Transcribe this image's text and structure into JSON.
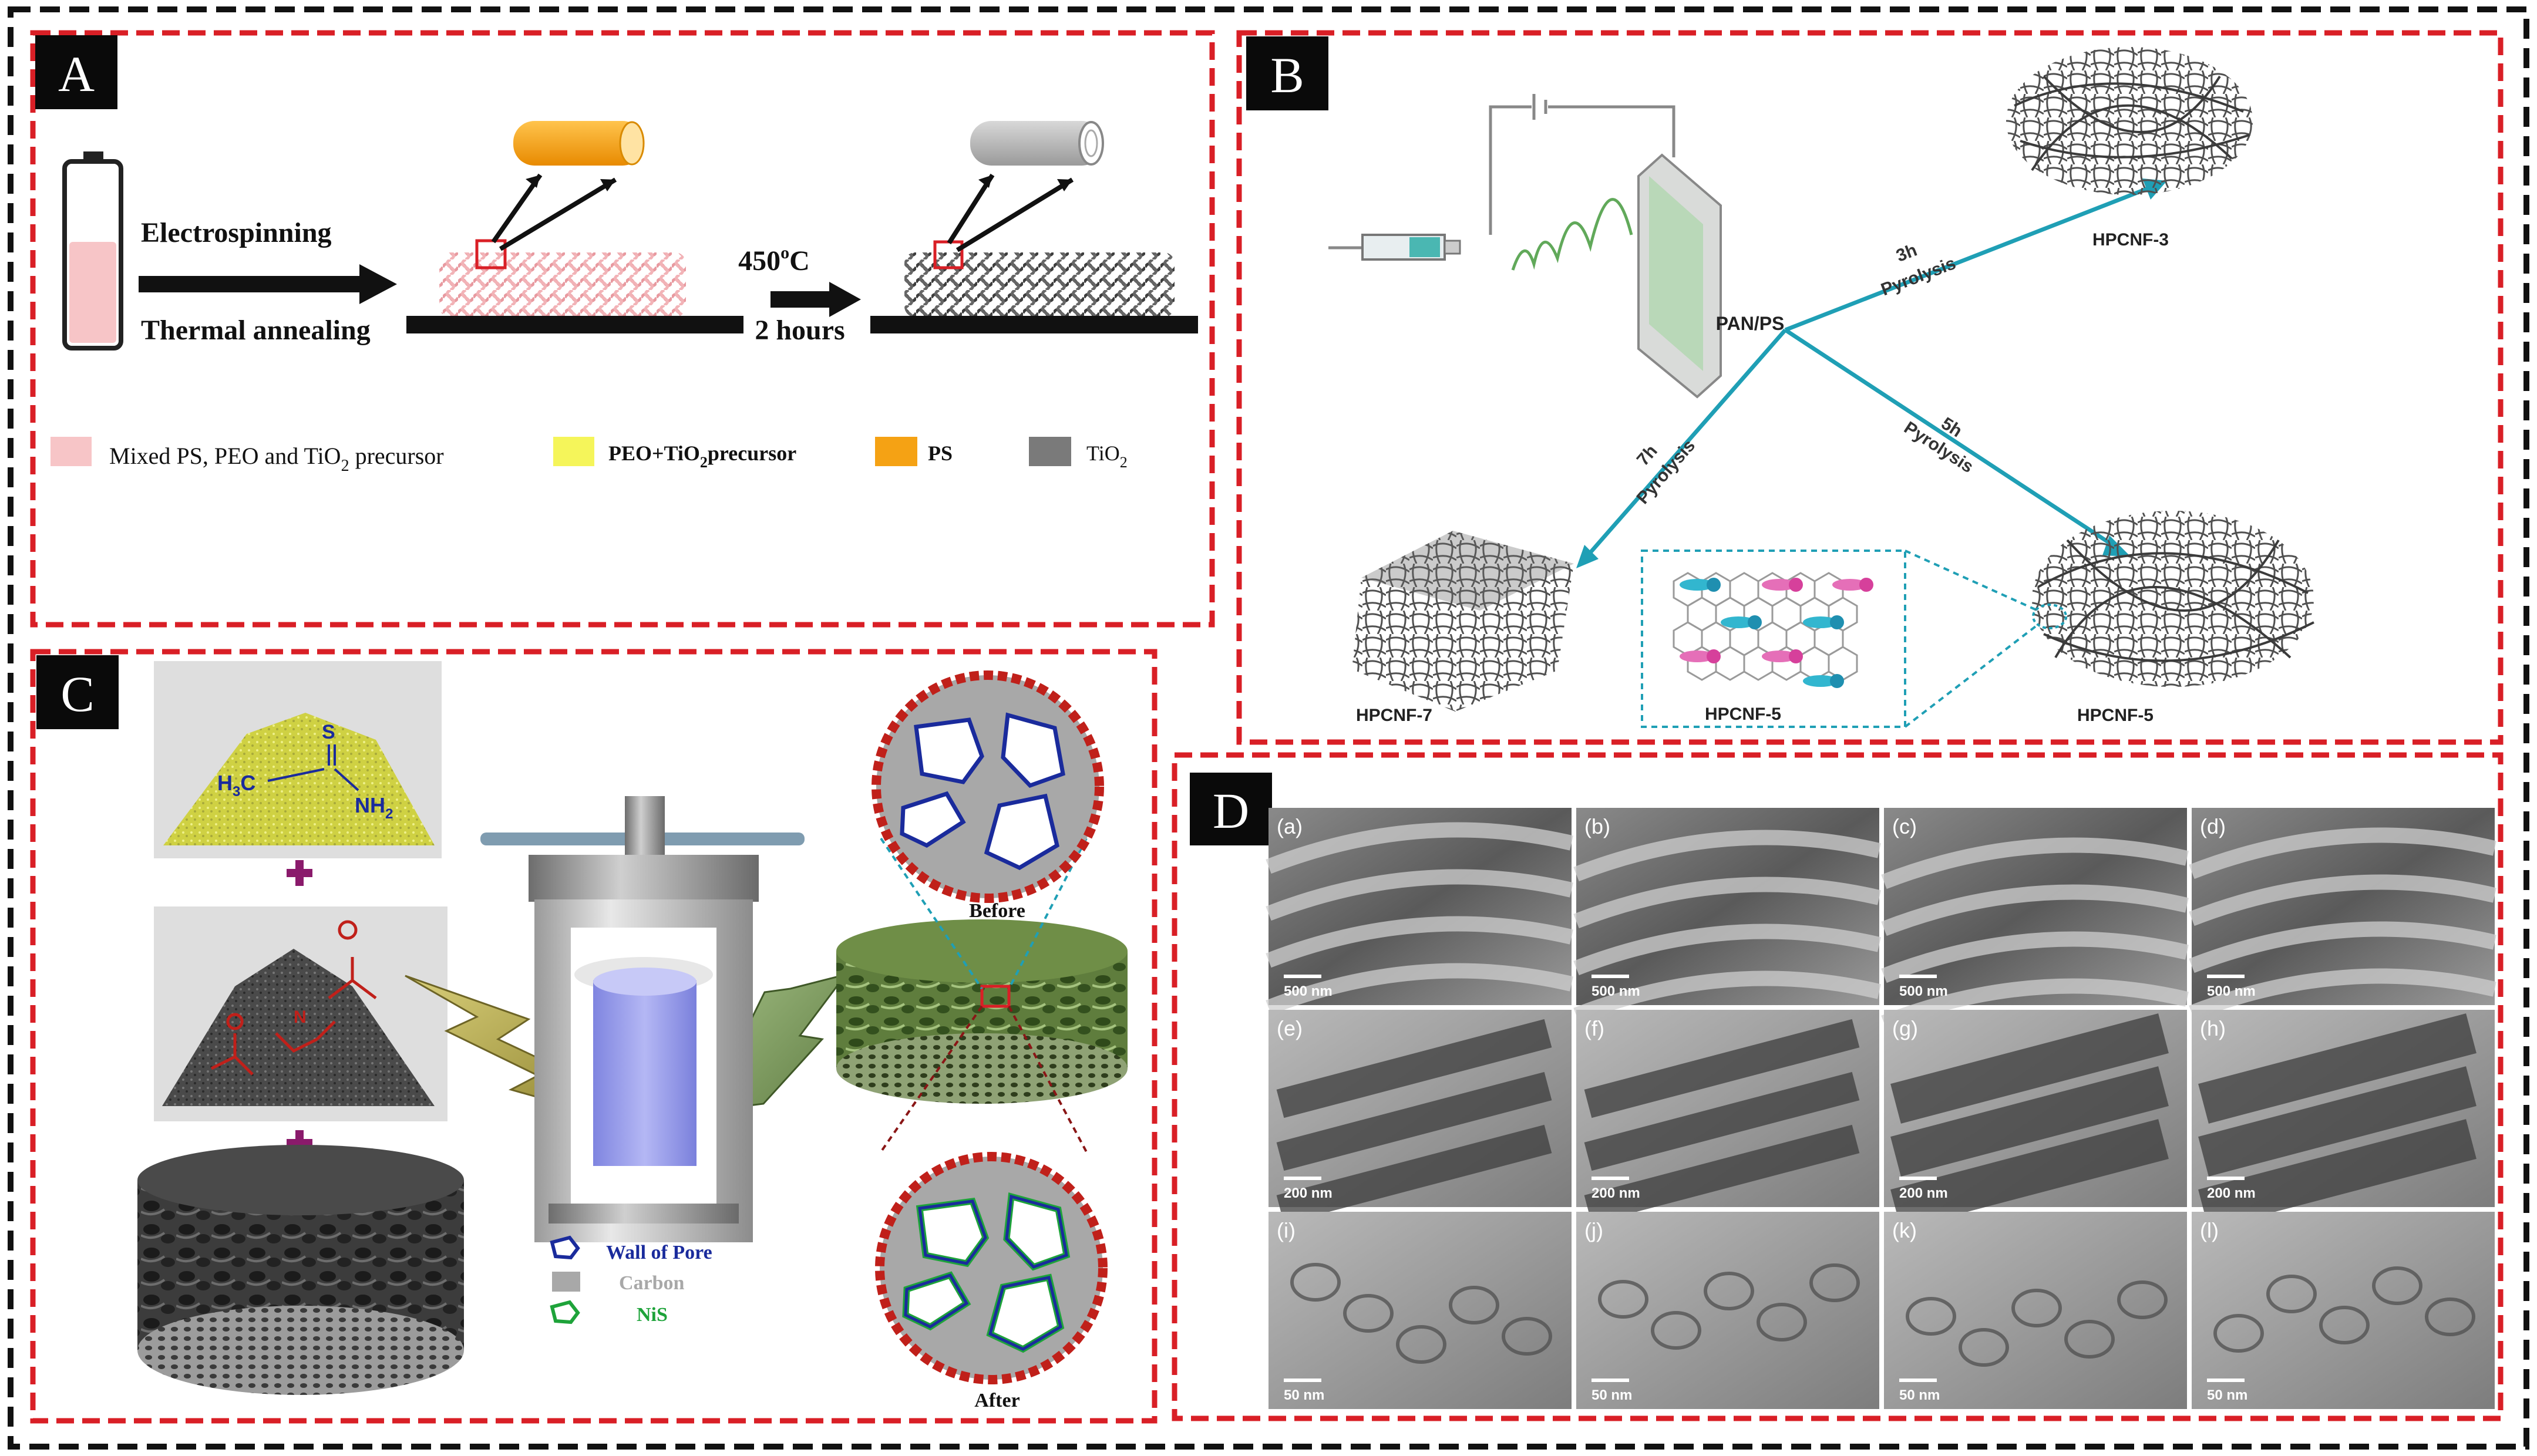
{
  "colors": {
    "outer_border": "#111111",
    "panel_border": "#d91f26",
    "label_bg": "#0a0a0a",
    "pink": "#f7c5c7",
    "yellow": "#f5f55a",
    "orange": "#f5a214",
    "tio2_gray": "#7a7a7a",
    "teal": "#1f9fb5",
    "navy": "#1a2b9c",
    "nis_green": "#1ea33a",
    "plus": "#8a1a6b"
  },
  "panels": {
    "A": {
      "label": "A",
      "electrospinning": "Electrospinning",
      "thermal_annealing": "Thermal annealing",
      "temp": "450",
      "temp_sup": "o",
      "temp_unit": "C",
      "time": "2 hours",
      "legend": [
        {
          "pre": "Mixed PS, PEO and TiO",
          "sub": "2",
          "post": " precursor",
          "color": "#f7c5c7"
        },
        {
          "pre": "PEO+TiO",
          "sub": "2",
          "post": "precursor",
          "color": "#f5f55a"
        },
        {
          "pre": "PS",
          "sub": "",
          "post": "",
          "color": "#f5a214"
        },
        {
          "pre": "TiO",
          "sub": "2",
          "post": "",
          "color": "#7a7a7a"
        }
      ]
    },
    "B": {
      "label": "B",
      "center": "PAN/PS",
      "route_3h_time": "3h",
      "route_3h_text": "Pyrolysis",
      "route_5h_time": "5h",
      "route_5h_text": "Pyrolysis",
      "route_7h_time": "7h",
      "route_7h_text": "Pyrolysis",
      "product_top": "HPCNF-3",
      "product_left": "HPCNF-7",
      "product_inset": "HPCNF-5",
      "product_right": "HPCNF-5"
    },
    "C": {
      "label": "C",
      "molecule_s": "S",
      "molecule_ch3": "H",
      "molecule_ch3_sub": "3",
      "molecule_c": "C",
      "molecule_nh2": "NH",
      "molecule_nh2_sub": "2",
      "polymer_n": "N",
      "before": "Before",
      "after": "After",
      "legend": [
        {
          "label": "Wall of Pore",
          "color": "#1a2b9c"
        },
        {
          "label": "Carbon",
          "color": "#a8a8a8"
        },
        {
          "label": "NiS",
          "color": "#1ea33a"
        }
      ]
    },
    "D": {
      "label": "D",
      "images": [
        {
          "tag": "(a)",
          "scale": "500 nm"
        },
        {
          "tag": "(b)",
          "scale": "500 nm"
        },
        {
          "tag": "(c)",
          "scale": "500 nm"
        },
        {
          "tag": "(d)",
          "scale": "500 nm"
        },
        {
          "tag": "(e)",
          "scale": "200 nm"
        },
        {
          "tag": "(f)",
          "scale": "200 nm"
        },
        {
          "tag": "(g)",
          "scale": "200 nm"
        },
        {
          "tag": "(h)",
          "scale": "200 nm"
        },
        {
          "tag": "(i)",
          "scale": "50 nm"
        },
        {
          "tag": "(j)",
          "scale": "50 nm"
        },
        {
          "tag": "(k)",
          "scale": "50 nm"
        },
        {
          "tag": "(l)",
          "scale": "50 nm"
        }
      ]
    }
  }
}
